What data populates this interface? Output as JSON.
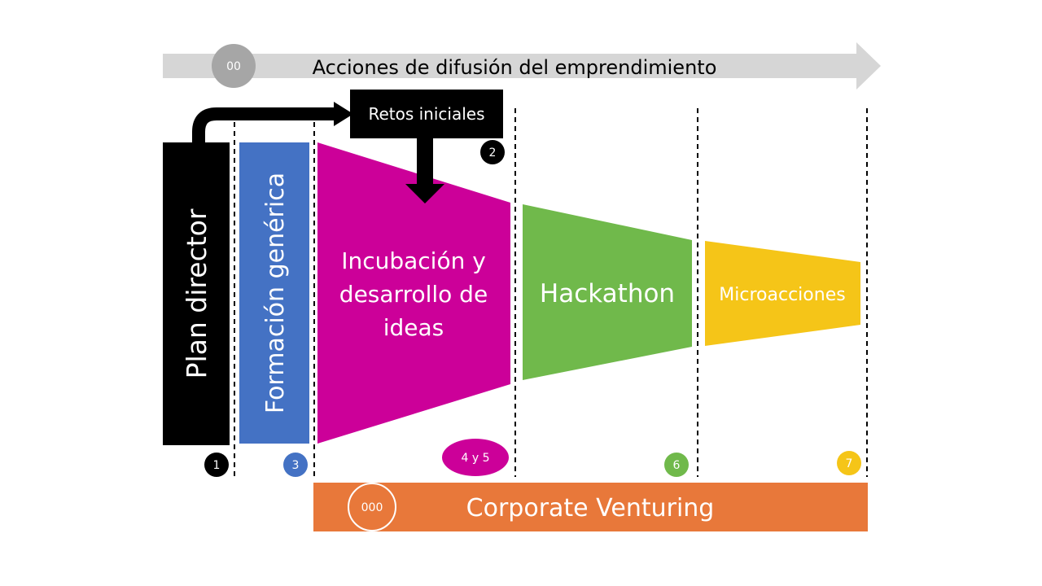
{
  "top_banner": {
    "label": "Acciones de difusión del emprendimiento",
    "badge": "00"
  },
  "bottom_banner": {
    "label": "Corporate Venturing",
    "badge": "000"
  },
  "retos": {
    "label": "Retos iniciales",
    "badge": "2"
  },
  "plan_director": {
    "label": "Plan director",
    "badge": "1"
  },
  "formacion": {
    "label": "Formación genérica",
    "badge": "3"
  },
  "incubacion": {
    "line1": "Incubación y",
    "line2": "desarrollo de",
    "line3": "ideas",
    "badge": "4 y 5"
  },
  "hackathon": {
    "label": "Hackathon",
    "badge": "6"
  },
  "microacciones": {
    "label": "Microacciones",
    "badge": "7"
  },
  "colors": {
    "black": "#000000",
    "blue": "#4472C4",
    "magenta": "#CC0099",
    "green": "#70B94B",
    "yellow": "#F5C518",
    "orange": "#E8783A",
    "gray_arrow": "#D6D6D6",
    "gray_badge": "#A6A6A6"
  }
}
